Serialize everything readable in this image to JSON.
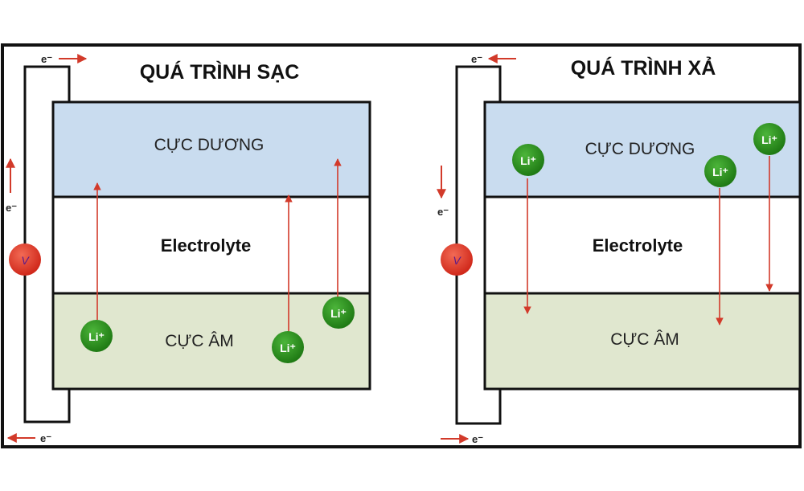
{
  "panels": [
    {
      "id": "charge",
      "title": "QUÁ TRÌNH SẠC",
      "positive": "CỰC DƯƠNG",
      "electrolyte": "Electrolyte",
      "negative": "CỰC ÂM",
      "meter": "V",
      "electron": "e⁻",
      "ion": "Li⁺"
    },
    {
      "id": "discharge",
      "title": "QUÁ TRÌNH XẢ",
      "positive": "CỰC DƯƠNG",
      "electrolyte": "Electrolyte",
      "negative": "CỰC ÂM",
      "meter": "V",
      "electron": "e⁻",
      "ion": "Li⁺"
    }
  ],
  "colors": {
    "positive_fill": "#c9dcef",
    "electrolyte_fill": "#ffffff",
    "negative_fill": "#e0e7cf",
    "ion_fill": "#2e8b1e",
    "arrow": "#d23a2a",
    "meter_fill": "#e23a2a",
    "outline": "#111111"
  }
}
